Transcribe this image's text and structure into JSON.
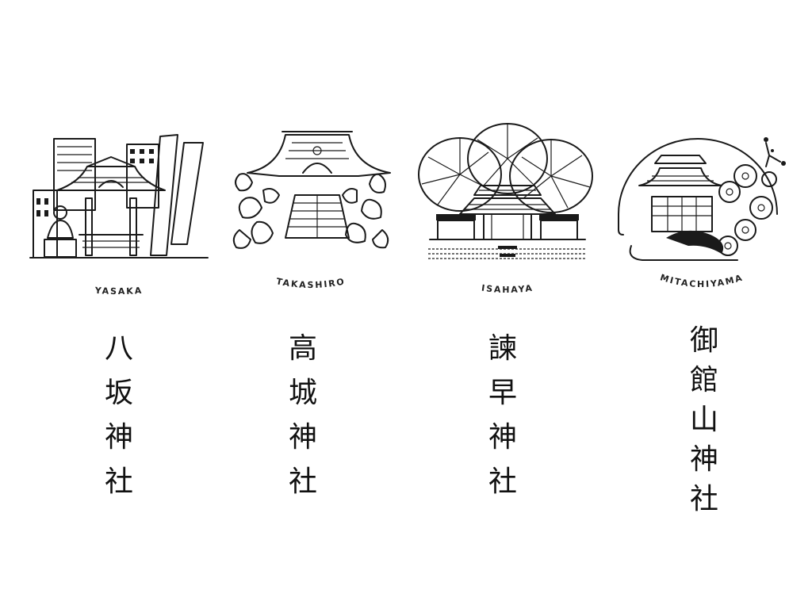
{
  "shrines": [
    {
      "romaji": "YASAKA",
      "kanji": [
        "八",
        "坂",
        "神",
        "社"
      ]
    },
    {
      "romaji": "TAKASHIRO",
      "kanji": [
        "高",
        "城",
        "神",
        "社"
      ]
    },
    {
      "romaji": "ISAHAYA",
      "kanji": [
        "諫",
        "早",
        "神",
        "社"
      ]
    },
    {
      "romaji": "MITACHIYAMA",
      "kanji": [
        "御",
        "館",
        "山",
        "神",
        "社"
      ]
    }
  ],
  "colors": {
    "ink": "#1a1a1a",
    "background": "#ffffff"
  },
  "icons": [
    "yasaka-shrine-illustration",
    "takashiro-shrine-illustration",
    "isahaya-shrine-illustration",
    "mitachiyama-shrine-illustration"
  ]
}
